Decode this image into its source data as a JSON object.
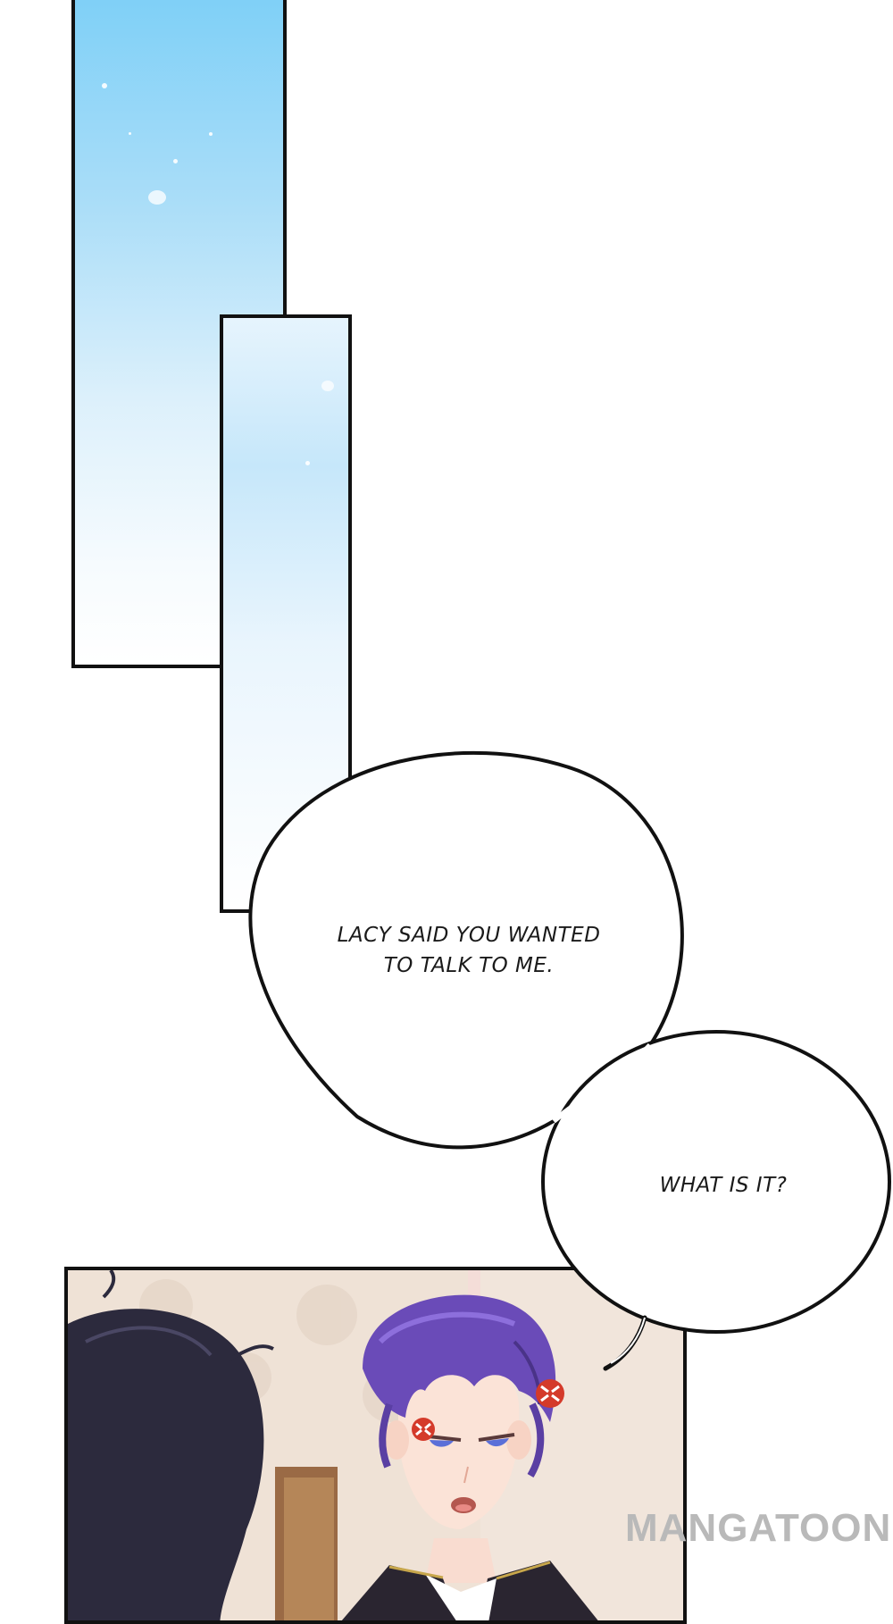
{
  "bubbles": {
    "first": {
      "line1": "LACY SAID YOU WANTED",
      "line2": "TO TALK TO ME."
    },
    "second": {
      "text": "WHAT IS IT?"
    }
  },
  "watermark": {
    "text": "MANGATOON"
  },
  "colors": {
    "sky_top": "#7fd0f7",
    "panel_border": "#111111",
    "hair_purple": "#6a4bb8",
    "anger_mark": "#d43a2a",
    "wall_beige": "#efe2d6"
  }
}
